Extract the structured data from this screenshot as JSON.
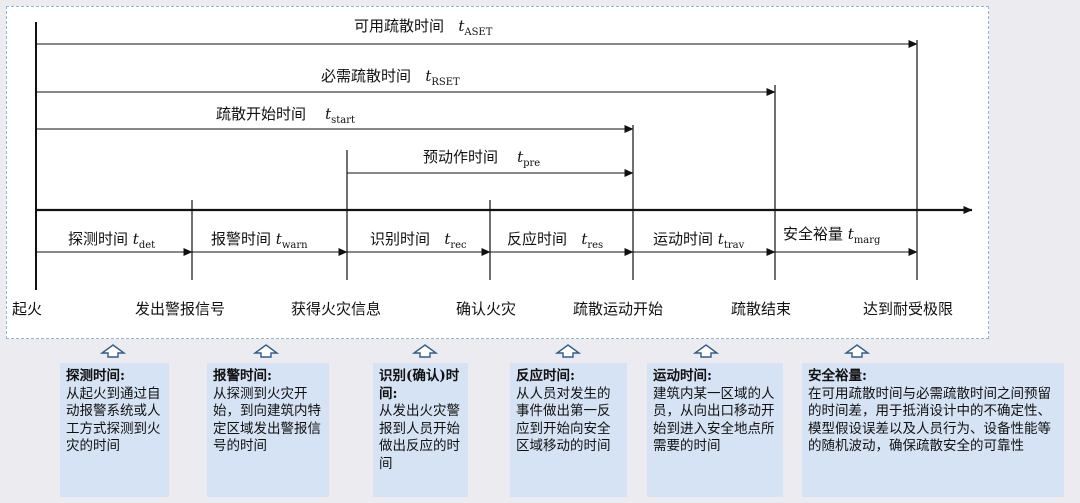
{
  "spans": {
    "aset": {
      "label": "可用疏散时间",
      "sym": "t",
      "sub": "ASET"
    },
    "rset": {
      "label": "必需疏散时间",
      "sym": "t",
      "sub": "RSET"
    },
    "start": {
      "label": "疏散开始时间",
      "sym": "t",
      "sub": "start"
    },
    "pre": {
      "label": "预动作时间",
      "sym": "t",
      "sub": "pre"
    },
    "det": {
      "label": "探测时间",
      "sym": "t",
      "sub": "det"
    },
    "warn": {
      "label": "报警时间",
      "sym": "t",
      "sub": "warn"
    },
    "rec": {
      "label": "识别时间",
      "sym": "t",
      "sub": "rec"
    },
    "res": {
      "label": "反应时间",
      "sym": "t",
      "sub": "res"
    },
    "trav": {
      "label": "运动时间",
      "sym": "t",
      "sub": "trav"
    },
    "marg": {
      "label": "安全裕量",
      "sym": "t",
      "sub": "marg"
    }
  },
  "events": [
    "起火",
    "发出警报信号",
    "获得火灾信息",
    "确认火灾",
    "疏散运动开始",
    "疏散结束",
    "达到耐受极限"
  ],
  "boxes": [
    {
      "title": "探测时间:",
      "body": "从起火到通过自动报警系统或人工方式探测到火灾的时间"
    },
    {
      "title": "报警时间:",
      "body": "从探测到火灾开始，到向建筑内特定区域发出警报信号的时间"
    },
    {
      "title": "识别(确认)时间:",
      "body": "从发出火灾警报到人员开始做出反应的时间"
    },
    {
      "title": "反应时间:",
      "body": "从人员对发生的事件做出第一反应到开始向安全区域移动的时间"
    },
    {
      "title": "运动时间:",
      "body": "建筑内某一区域的人员，从向出口移动开始到进入安全地点所需要的时间"
    },
    {
      "title": "安全裕量:",
      "body": "在可用疏散时间与必需疏散时间之间预留的时间差，用于抵消设计中的不确定性、模型假设误差以及人员行为、设备性能等的随机波动，确保疏散安全的可靠性"
    }
  ],
  "colors": {
    "line": "#111111",
    "box": "#d6e3f5",
    "frame_border": "#8fb3d9",
    "up_arrow": "#2f5d8c"
  }
}
